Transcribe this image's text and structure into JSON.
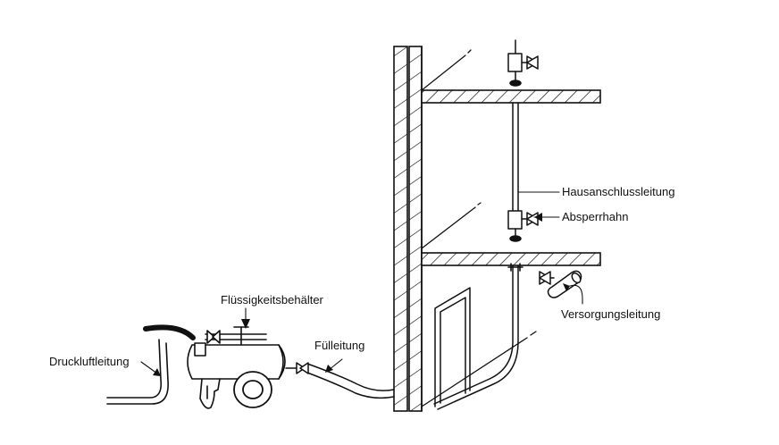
{
  "labels": {
    "hausanschlussleitung": "Hausanschlussleitung",
    "absperrhahn": "Absperrhahn",
    "versorgungsleitung": "Versorgungsleitung",
    "fluessigkeitsbehaelter": "Flüssigkeitsbehälter",
    "druckluftleitung": "Druckluftleitung",
    "fuelleitung": "Fülleitung"
  }
}
